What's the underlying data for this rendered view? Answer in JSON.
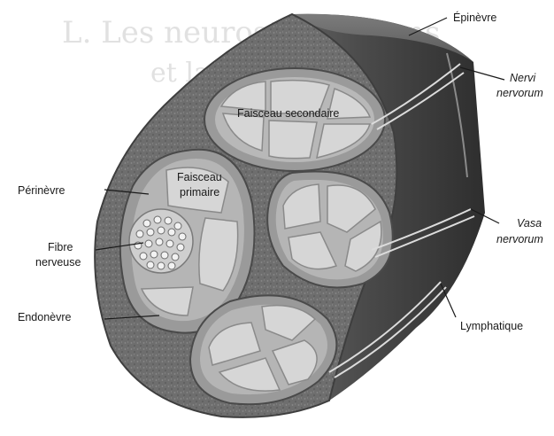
{
  "labels": {
    "epinevre": "Épinèvre",
    "nervi_nervorum_1": "Nervi",
    "nervi_nervorum_2": "nervorum",
    "faisceau_secondaire": "Faisceau secondaire",
    "faisceau_primaire_1": "Faisceau",
    "faisceau_primaire_2": "primaire",
    "perinevre": "Périnèvre",
    "vasa_nervorum_1": "Vasa",
    "vasa_nervorum_2": "nervorum",
    "fibre_nerveuse_1": "Fibre",
    "fibre_nerveuse_2": "nerveuse",
    "endonevre": "Endonèvre",
    "lymphatique": "Lymphatique"
  },
  "colors": {
    "epineurium": "#5c5c5c",
    "epineurium_dark": "#3e3e3e",
    "perineurium": "#9a9a9a",
    "endoneurium": "#d4d4d4",
    "ink": "#1a1a1a"
  }
}
